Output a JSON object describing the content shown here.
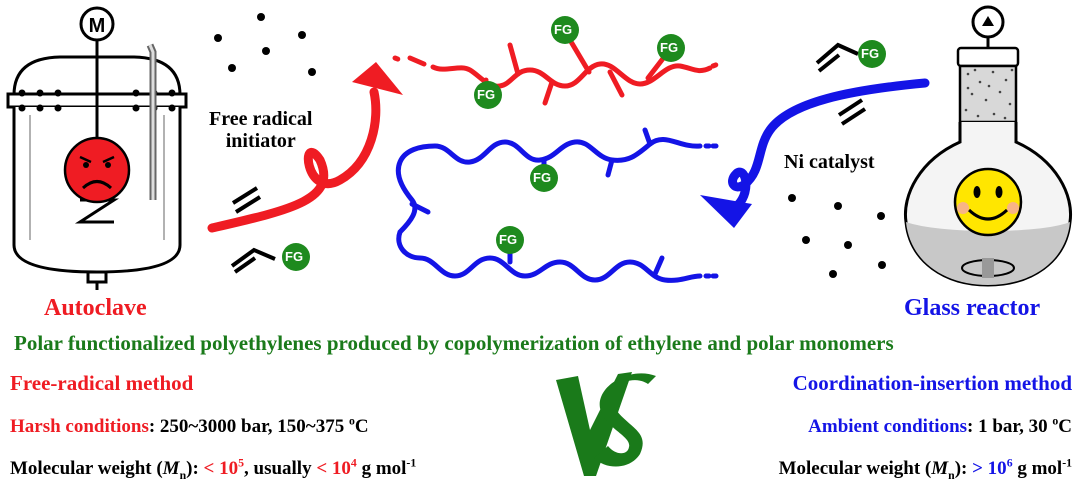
{
  "autoclave": {
    "motor_label": "M",
    "caption": "Autoclave",
    "mood": "sad"
  },
  "glass_reactor": {
    "caption": "Glass reactor",
    "mood": "happy"
  },
  "radical_initiator": [
    "Free radical",
    "initiator"
  ],
  "ni_catalyst": "Ni catalyst",
  "fg_label": "FG",
  "vs_label": "VS",
  "title": "Polar functionalized polyethylenes produced by copolymerization of ethylene and polar monomers",
  "left": {
    "method": "Free-radical method",
    "cond_label": "Harsh conditions",
    "cond_value": ": 250~3000 bar, 150~375 ",
    "cond_deg": "o",
    "cond_unit": "C",
    "mw_label": "Molecular weight (",
    "mw_sym": "M",
    "mw_sub": "n",
    "mw_close": "): ",
    "mw_v1_base": "< 10",
    "mw_v1_exp": "5",
    "mw_mid": ", usually ",
    "mw_v2_base": "< 10",
    "mw_v2_exp": "4",
    "mw_unit": " g mol",
    "mw_unit_exp": "-1"
  },
  "right": {
    "method": "Coordination-insertion method",
    "cond_label": "Ambient conditions",
    "cond_value": ": 1 bar, 30 ",
    "cond_deg": "o",
    "cond_unit": "C",
    "mw_label": "Molecular weight (",
    "mw_sym": "M",
    "mw_sub": "n",
    "mw_close": "): ",
    "mw_v_base": "> 10",
    "mw_v_exp": "6",
    "mw_unit": " g mol",
    "mw_unit_exp": "-1"
  },
  "colors": {
    "red": "#ef1c23",
    "blue": "#1414e6",
    "green": "#1a7a1a",
    "fg_green": "#1e8a1e",
    "yellow": "#ffe600"
  }
}
